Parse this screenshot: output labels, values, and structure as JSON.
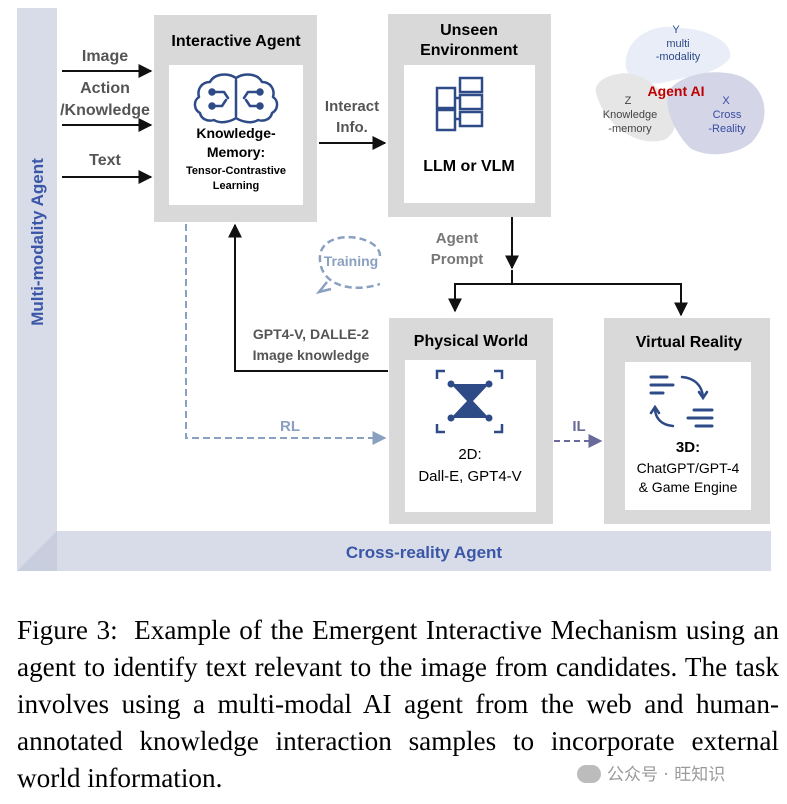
{
  "diagram": {
    "left_band_label": "Multi-modality Agent",
    "bottom_band_label": "Cross-reality Agent",
    "inputs": {
      "image": "Image",
      "action_line1": "Action",
      "action_line2": "/Knowledge",
      "text": "Text"
    },
    "interactive_agent": {
      "title": "Interactive Agent",
      "inner_line1": "Knowledge-",
      "inner_line2": "Memory:",
      "inner_line3": "Tensor-Contrastive",
      "inner_line4": "Learning"
    },
    "interact_info_line1": "Interact",
    "interact_info_line2": "Info.",
    "unseen_environment": {
      "title_line1": "Unseen",
      "title_line2": "Environment",
      "inner": "LLM or VLM"
    },
    "agent_prompt_line1": "Agent",
    "agent_prompt_line2": "Prompt",
    "training": "Training",
    "gpt_knowledge_line1": "GPT4-V, DALLE-2",
    "gpt_knowledge_line2": "Image knowledge",
    "physical_world": {
      "title": "Physical World",
      "inner_line1": "2D:",
      "inner_line2": "Dall-E, GPT4-V"
    },
    "virtual_reality": {
      "title": "Virtual Reality",
      "inner_line1": "3D:",
      "inner_line2": "ChatGPT/GPT-4",
      "inner_line3": "& Game Engine"
    },
    "rl_label": "RL",
    "il_label": "IL",
    "venn": {
      "center": "Agent AI",
      "y_letter": "Y",
      "y_line1": "multi",
      "y_line2": "-modality",
      "z_letter": "Z",
      "z_line1": "Knowledge",
      "z_line2": "-memory",
      "x_letter": "X",
      "x_line1": "Cross",
      "x_line2": "-Reality"
    },
    "colors": {
      "band": "#d8dce8",
      "box": "#d9d9d9",
      "accent_blue": "#2e4a87",
      "band_text": "#3a56a8",
      "dashed": "#8aa0c0",
      "il_arrow": "#6a6a9a",
      "agent_ai_red": "#c00000"
    }
  },
  "caption": {
    "label": "Figure 3:",
    "text": "Example of the Emergent Interactive Mechanism using an agent to identify text relevant to the image from candidates. The task involves using a multi-modal AI agent from the web and human-annotated knowledge interaction samples to incorporate external world information."
  },
  "watermark": "公众号 · 旺知识"
}
